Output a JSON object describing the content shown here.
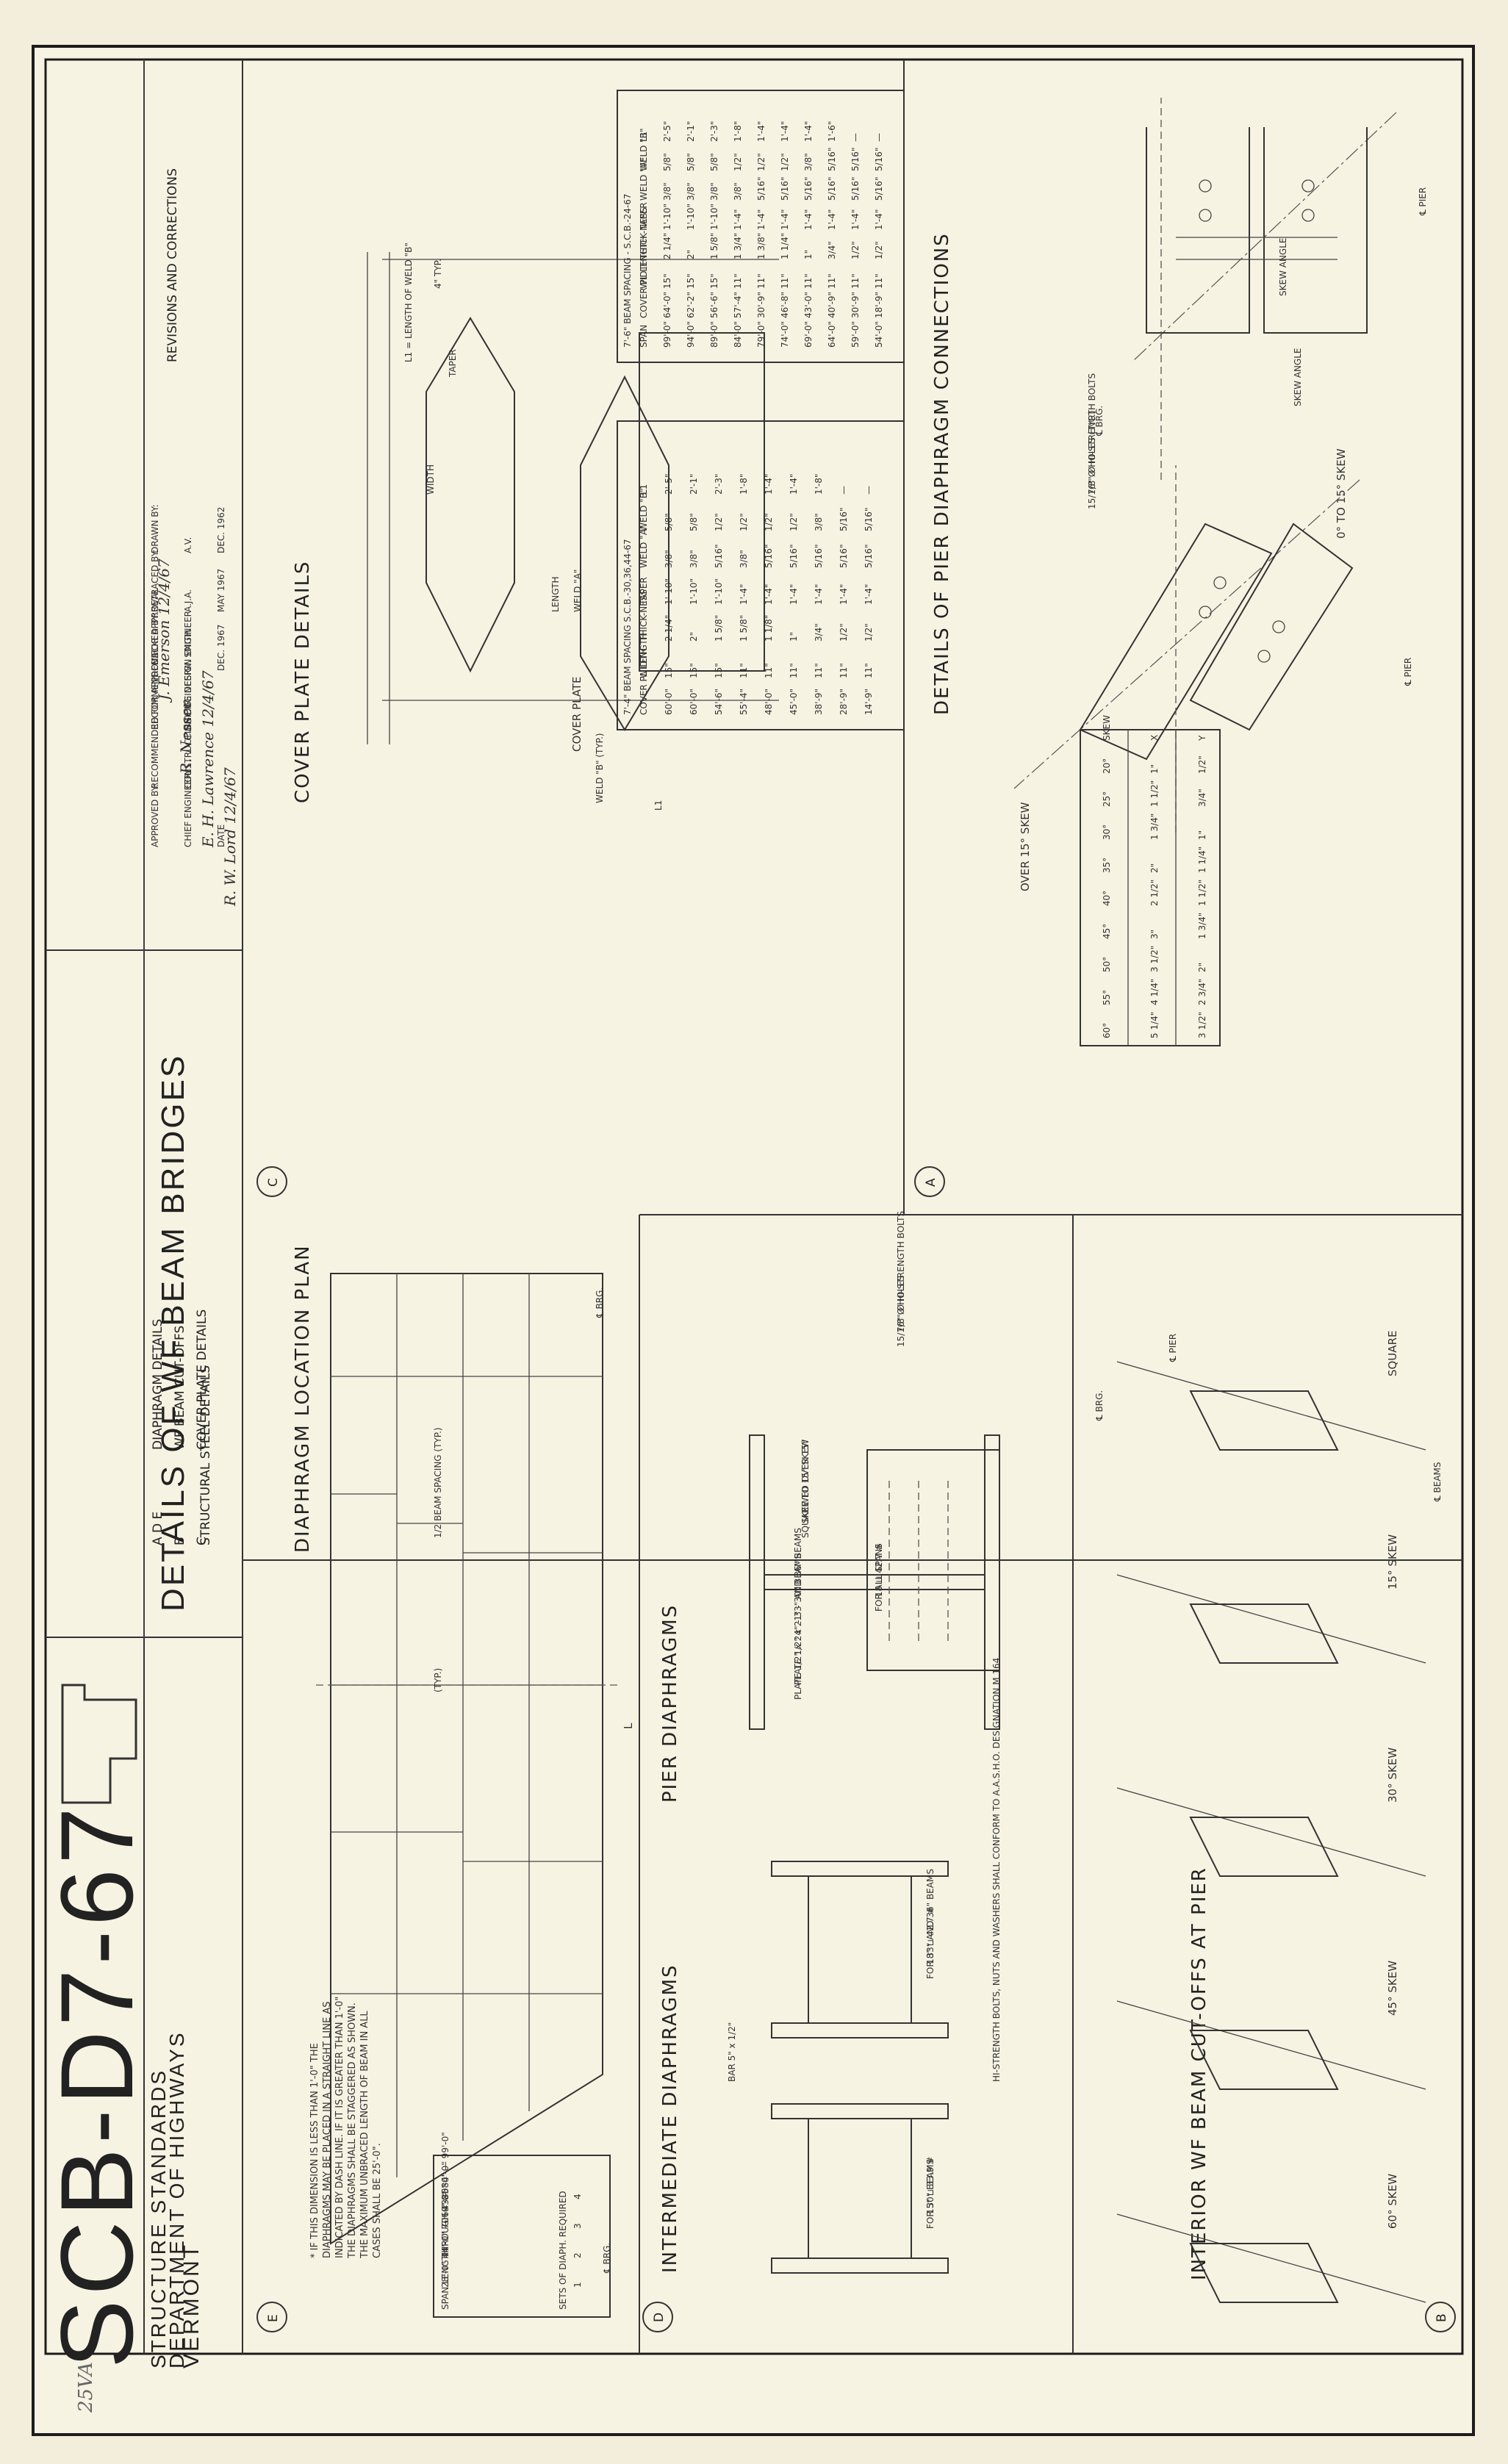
{
  "revisions": {
    "title": "REVISIONS AND CORRECTIONS"
  },
  "signoff": {
    "rows": [
      {
        "label": "DRAWN BY:",
        "name": "A.V.",
        "date": "DEC. 1962"
      },
      {
        "label": "RETRACED BY:",
        "name": "A.J.A.",
        "date": "MAY 1967"
      },
      {
        "label": "CHECKED BY:",
        "name": "W. SMITH",
        "date": "DEC. 1967"
      },
      {
        "label": "RECOMMENDED FOR APPROVAL",
        "name": "BRIDGE DESIGN ENGINEER",
        "date": ""
      },
      {
        "label": "RECOMMENDED FOR APPROVAL",
        "name": "CONSTRUCTION ENGINEER",
        "date": ""
      },
      {
        "label": "APPROVED BY:",
        "name": "CHIEF ENGINEER",
        "date": "DATE"
      }
    ],
    "hand_1": "J. Emerson 12/4/67",
    "hand_2": "R. Nesser",
    "hand_3": "E. H. Lawrence 12/4/67",
    "hand_4": "R. W. Lord 12/4/67"
  },
  "title_block": {
    "title": "DETAILS OF WF BEAM BRIDGES",
    "subtitle": "STRUCTURAL STEEL DETAILS",
    "items": [
      {
        "marks": "A D E",
        "text": "DIAPHRAGM DETAILS"
      },
      {
        "marks": "B",
        "text": "WF BEAM CUT-OFFS"
      },
      {
        "marks": "C",
        "text": "COVER PLATE DETAILS"
      }
    ]
  },
  "agency": {
    "line1": "VERMONT",
    "line2": "DEPARTMENT OF HIGHWAYS",
    "line3": "STRUCTURE STANDARDS"
  },
  "sheet_number": "SCB-D7-67",
  "sheet_annotation": "25VA",
  "sections": {
    "A": {
      "mark": "A",
      "title": "DETAILS OF PIER DIAPHRAGM CONNECTIONS",
      "view1": "0° TO 15° SKEW",
      "view2": "OVER 15° SKEW",
      "labels": {
        "skew_angle": "SKEW ANGLE",
        "pier": "℄ PIER",
        "brg": "℄ BRG.",
        "bolts": "7/8\" Ø HI-STRENGTH BOLTS",
        "holes": "15/16\" Ø HOLES (TYP.)",
        "skew_angle2": "SKEW ANGLE"
      },
      "skew_table": {
        "headers": [
          "SKEW",
          "X",
          "Y"
        ],
        "rows": [
          [
            "20°",
            "1\"",
            "1/2\""
          ],
          [
            "25°",
            "1 1/2\"",
            "3/4\""
          ],
          [
            "30°",
            "1 3/4\"",
            "1\""
          ],
          [
            "35°",
            "2\"",
            "1 1/4\""
          ],
          [
            "40°",
            "2 1/2\"",
            "1 1/2\""
          ],
          [
            "45°",
            "3\"",
            "1 3/4\""
          ],
          [
            "50°",
            "3 1/2\"",
            "2\""
          ],
          [
            "55°",
            "4 1/4\"",
            "2 3/4\""
          ],
          [
            "60°",
            "5 1/4\"",
            "3 1/2\""
          ]
        ]
      }
    },
    "B": {
      "mark": "B",
      "title": "INTERIOR WF BEAM CUT-OFFS AT PIER",
      "views": [
        "SQUARE",
        "15° SKEW",
        "30° SKEW",
        "45° SKEW",
        "60° SKEW"
      ],
      "labels": {
        "beams": "℄ BEAMS",
        "pier": "℄ PIER",
        "brg": "℄ BRG."
      }
    },
    "C": {
      "mark": "C",
      "title": "COVER PLATE DETAILS",
      "labels": {
        "length": "LENGTH",
        "taper": "TAPER",
        "width": "WIDTH",
        "weld_a": "WELD \"A\"",
        "weld_b": "WELD \"B\" (TYP.)",
        "typ": "4\" TYP.",
        "cover_plate": "COVER PLATE",
        "l1_note": "L1 = LENGTH OF WELD \"B\"",
        "l1": "L1"
      },
      "table1": {
        "title": "7'-6\" BEAM SPACING - S.C.B.-24-67",
        "headers": [
          "SPAN",
          "COVER PL LENGTH",
          "WIDTH",
          "THICK-NESS",
          "TAPER",
          "WELD \"A\"",
          "WELD \"B\"",
          "L1"
        ],
        "rows": [
          [
            "99'-0\"",
            "64'-0\"",
            "15\"",
            "2 1/4\"",
            "1'-10\"",
            "3/8\"",
            "5/8\"",
            "2'-5\""
          ],
          [
            "94'-0\"",
            "62'-2\"",
            "15\"",
            "2\"",
            "1'-10\"",
            "3/8\"",
            "5/8\"",
            "2'-1\""
          ],
          [
            "89'-0\"",
            "56'-6\"",
            "15\"",
            "1 5/8\"",
            "1'-10\"",
            "3/8\"",
            "5/8\"",
            "2'-3\""
          ],
          [
            "84'-0\"",
            "57'-4\"",
            "11\"",
            "1 3/4\"",
            "1'-4\"",
            "3/8\"",
            "1/2\"",
            "1'-8\""
          ],
          [
            "79'-0\"",
            "30'-9\"",
            "11\"",
            "1 3/8\"",
            "1'-4\"",
            "5/16\"",
            "1/2\"",
            "1'-4\""
          ],
          [
            "74'-0\"",
            "46'-8\"",
            "11\"",
            "1 1/4\"",
            "1'-4\"",
            "5/16\"",
            "1/2\"",
            "1'-4\""
          ],
          [
            "69'-0\"",
            "43'-0\"",
            "11\"",
            "1\"",
            "1'-4\"",
            "5/16\"",
            "3/8\"",
            "1'-4\""
          ],
          [
            "64'-0\"",
            "40'-9\"",
            "11\"",
            "3/4\"",
            "1'-4\"",
            "5/16\"",
            "5/16\"",
            "1'-6\""
          ],
          [
            "59'-0\"",
            "30'-9\"",
            "11\"",
            "1/2\"",
            "1'-4\"",
            "5/16\"",
            "5/16\"",
            "—"
          ],
          [
            "54'-0\"",
            "18'-9\"",
            "11\"",
            "1/2\"",
            "1'-4\"",
            "5/16\"",
            "5/16\"",
            "—"
          ]
        ]
      },
      "table2": {
        "title": "7'-4\" BEAM SPACING S.C.B.-30,36,44-67",
        "headers": [
          "COVER PL LENGTH",
          "WIDTH",
          "THICK-NESS",
          "TAPER",
          "WELD \"A\"",
          "WELD \"B\"",
          "L1"
        ],
        "rows": [
          [
            "60'-0\"",
            "15\"",
            "2 1/4\"",
            "1'-10\"",
            "3/8\"",
            "5/8\"",
            "2'-5\""
          ],
          [
            "60'-0\"",
            "15\"",
            "2\"",
            "1'-10\"",
            "3/8\"",
            "5/8\"",
            "2'-1\""
          ],
          [
            "54'-6\"",
            "15\"",
            "1 5/8\"",
            "1'-10\"",
            "5/16\"",
            "1/2\"",
            "2'-3\""
          ],
          [
            "55'-4\"",
            "11\"",
            "1 5/8\"",
            "1'-4\"",
            "3/8\"",
            "1/2\"",
            "1'-8\""
          ],
          [
            "48'-0\"",
            "11\"",
            "1 1/8\"",
            "1'-4\"",
            "5/16\"",
            "1/2\"",
            "1'-4\""
          ],
          [
            "45'-0\"",
            "11\"",
            "1\"",
            "1'-4\"",
            "5/16\"",
            "1/2\"",
            "1'-4\""
          ],
          [
            "38'-9\"",
            "11\"",
            "3/4\"",
            "1'-4\"",
            "5/16\"",
            "3/8\"",
            "1'-8\""
          ],
          [
            "28'-9\"",
            "11\"",
            "1/2\"",
            "1'-4\"",
            "5/16\"",
            "5/16\"",
            "—"
          ],
          [
            "14'-9\"",
            "11\"",
            "1/2\"",
            "1'-4\"",
            "5/16\"",
            "5/16\"",
            "—"
          ]
        ]
      }
    },
    "D": {
      "mark": "D",
      "pier_title": "PIER DIAPHRAGMS",
      "int_title": "INTERMEDIATE DIAPHRAGMS",
      "notes": {
        "bolts": "7/8\" Ø HI-STRENGTH BOLTS",
        "holes": "15/16\" Ø HOLES",
        "skewed": "SKEWED OVER 15°",
        "square": "SQUARE TO 15° SKEW",
        "channel": "18 ⊔ 42.7 #",
        "all_spans": "FOR ALL SPANS",
        "plate1": "PLATE 1/2\" x 21\" - 30\" BEAMS",
        "plate2": "PLATE 1/2\" x 24\" - 33\" AND 36\" BEAMS",
        "hs_note": "HI-STRENGTH BOLTS, NUTS AND WASHERS SHALL CONFORM TO A.A.S.H.O. DESIGNATION M 164",
        "bar": "BAR 5\" x 1/2\"",
        "ch2": "18\" ⊔ 42.7 #",
        "ch2_for": "FOR 33\" AND 36\" BEAMS",
        "ch3": "15\" ⊔ 33.9 #",
        "ch3_for": "FOR 30\" BEAMS"
      }
    },
    "E": {
      "mark": "E",
      "title": "DIAPHRAGM LOCATION PLAN",
      "labels": {
        "brg": "℄ BRG.",
        "l": "L",
        "half": "1/2 BEAM SPACING (TYP.)",
        "typ": "(TYP.)"
      },
      "span_table": {
        "headers": [
          "SPAN LENGTH",
          "SETS OF DIAPH. REQUIRED"
        ],
        "rows": [
          [
            "28'-0\" THROUGH 43'-0\"",
            "1"
          ],
          [
            "44'-0\" — 69'-0\"",
            "2"
          ],
          [
            "70'-0\" — 84'-0\"",
            "3"
          ],
          [
            "85'-0\" — 99'-0\"",
            "4"
          ]
        ]
      },
      "note": "* IF THIS DIMENSION IS LESS THAN 1'-0\" THE DIAPHRAGMS MAY BE PLACED IN A STRAIGHT LINE AS INDICATED BY DASH LINE. IF IT IS GREATER THAN 1'-0\" THE DIAPHRAGMS SHALL BE STAGGERED AS SHOWN. THE MAXIMUM UNBRACED LENGTH OF BEAM IN ALL CASES SHALL BE 25'-0\"."
    }
  }
}
